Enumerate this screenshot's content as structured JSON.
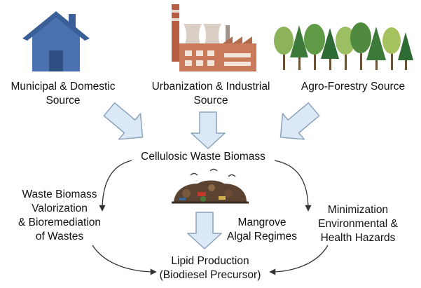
{
  "sources": {
    "municipal": [
      "Municipal & Domestic",
      "Source"
    ],
    "industrial": [
      "Urbanization & Industrial",
      "Source"
    ],
    "agro": [
      "Agro-Forestry Source"
    ]
  },
  "center": "Cellulosic Waste Biomass",
  "left_note": [
    "Waste Biomass",
    "Valorization",
    "& Bioremediation",
    "of Wastes"
  ],
  "right_note": [
    "Minimization",
    "Environmental &",
    "Health Hazards"
  ],
  "mangrove": [
    "Mangrove",
    "Algal Regimes"
  ],
  "output": [
    "Lipid Production",
    "(Biodiesel Precursor)"
  ],
  "icons": [
    "house-icon",
    "factory-icon",
    "forest-icon",
    "waste-pile-icon"
  ],
  "colors": {
    "house": "#4a72b0",
    "factory_brick": "#c97a5a",
    "tree_green": "#5f9a46",
    "arrow_fill": "#dbe8f5",
    "arrow_stroke": "#8aa2bc"
  }
}
